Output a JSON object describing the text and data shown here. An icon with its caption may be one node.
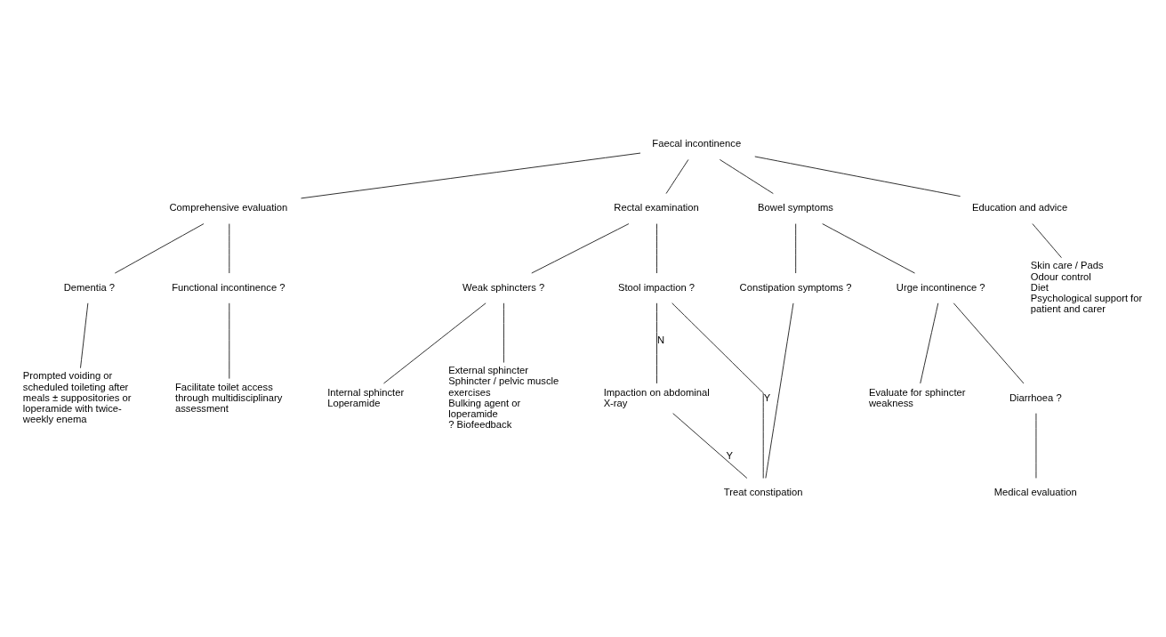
{
  "diagram": {
    "nodes": [
      {
        "text": [
          "Faecal incontinence"
        ]
      },
      {
        "text": [
          "Comprehensive evaluation"
        ]
      },
      {
        "text": [
          "Rectal examination"
        ]
      },
      {
        "text": [
          "Bowel symptoms"
        ]
      },
      {
        "text": [
          "Education and advice"
        ]
      },
      {
        "text": [
          "Dementia ?"
        ]
      },
      {
        "text": [
          "Functional incontinence ?"
        ]
      },
      {
        "text": [
          "Weak sphincters ?"
        ]
      },
      {
        "text": [
          "Stool impaction ?"
        ]
      },
      {
        "text": [
          "Constipation symptoms ?"
        ]
      },
      {
        "text": [
          "Urge incontinence ?"
        ]
      },
      {
        "text": [
          "Prompted voiding or scheduled toileting after meals ± suppositories or loperamide with twice-weekly enema"
        ]
      },
      {
        "text": [
          "Facilitate toilet access through multidisciplinary assessment"
        ]
      },
      {
        "text": [
          "Internal sphincter",
          "Loperamide"
        ]
      },
      {
        "text": [
          "External sphincter",
          "Sphincter / pelvic muscle exercises",
          "Bulking agent or loperamide",
          "? Biofeedback"
        ]
      },
      {
        "text": [
          "Impaction on abdominal X-ray"
        ]
      },
      {
        "text": [
          "Treat constipation"
        ]
      },
      {
        "text": [
          "Evaluate for sphincter weakness"
        ]
      },
      {
        "text": [
          "Diarrhoea ?"
        ]
      },
      {
        "text": [
          "Medical evaluation"
        ]
      },
      {
        "text": [
          "Skin care / Pads",
          "Odour control",
          "Diet",
          "Psychological support for patient and carer"
        ]
      }
    ],
    "edges": [
      {
        "from": 0,
        "to": 1,
        "arrow": "none"
      },
      {
        "from": 0,
        "to": 2,
        "arrow": "none"
      },
      {
        "from": 0,
        "to": 3,
        "arrow": "none"
      },
      {
        "from": 0,
        "to": 4,
        "arrow": "none"
      },
      {
        "from": 1,
        "to": 5,
        "arrow": "none"
      },
      {
        "from": 1,
        "to": 6,
        "arrow": "none"
      },
      {
        "from": 2,
        "to": 7,
        "arrow": "none"
      },
      {
        "from": 2,
        "to": 8,
        "arrow": "none"
      },
      {
        "from": 3,
        "to": 9,
        "arrow": "none"
      },
      {
        "from": 3,
        "to": 10,
        "arrow": "none"
      },
      {
        "from": 5,
        "to": 11,
        "arrow": "none"
      },
      {
        "from": 6,
        "to": 12,
        "arrow": "none"
      },
      {
        "from": 7,
        "to": 13,
        "arrow": "none"
      },
      {
        "from": 7,
        "to": 14,
        "arrow": "none"
      },
      {
        "from": 8,
        "to": 15,
        "arrow": "none",
        "label": "N"
      },
      {
        "from": 8,
        "to": 16,
        "arrow": "none",
        "label": "Y"
      },
      {
        "from": 15,
        "to": 16,
        "arrow": "none",
        "label": "Y"
      },
      {
        "from": 9,
        "to": 16,
        "arrow": "none"
      },
      {
        "from": 10,
        "to": 17,
        "arrow": "none"
      },
      {
        "from": 10,
        "to": 18,
        "arrow": "none"
      },
      {
        "from": 18,
        "to": 19,
        "arrow": "none"
      },
      {
        "from": 4,
        "to": 20,
        "arrow": "none"
      }
    ]
  }
}
